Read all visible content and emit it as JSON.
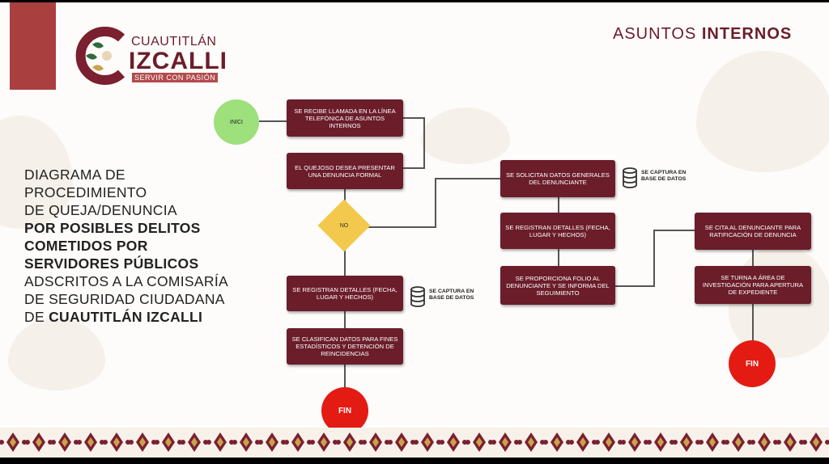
{
  "header": {
    "logo_line1": "CUAUTITLÁN",
    "logo_line2": "IZCALLI",
    "logo_tagline": "SERVIR CON PASIÓN",
    "section_normal": "ASUNTOS ",
    "section_bold": "INTERNOS"
  },
  "title": {
    "l1": "DIAGRAMA DE",
    "l2": "PROCEDIMIENTO",
    "l3": "DE QUEJA/DENUNCIA",
    "l4": "POR POSIBLES DELITOS",
    "l5": "COMETIDOS POR",
    "l6": "SERVIDORES PÚBLICOS",
    "l7": "ADSCRITOS A LA COMISARÍA",
    "l8": "DE SEGURIDAD CIUDADANA",
    "l9a": "DE ",
    "l9b": "CUAUTITLÁN IZCALLI"
  },
  "flow": {
    "start": "INICI",
    "decision": "NO",
    "end": "FIN",
    "capture_line1": "SE CAPTURA EN",
    "capture_line2": "BASE DE DATOS",
    "steps": {
      "s1": "SE RECIBE LLAMADA EN LA LÍNEA TELEFÓNICA DE ASUNTOS INTERNOS",
      "s2": "EL QUEJOSO DESEA PRESENTAR UNA DENUNCIA FORMAL",
      "s3": "SE REGISTRAN DETALLES (FECHA, LUGAR Y HECHOS)",
      "s4": "SE CLASIFICAN DATOS PARA FINES ESTADÍSTICOS Y DETENCIÓN DE REINCIDENCIAS",
      "s5": "SE SOLICITAN DATOS GENERALES DEL DENUNCIANTE",
      "s6": "SE REGISTRAN DETALLES (FECHA, LUGAR Y HECHOS)",
      "s7": "SE PROPORCIONA FOLIO AL DENUNCIANTE Y SE INFORMA DEL SEGUIMIENTO",
      "s8": "SE CITA AL DENUNCIANTE PARA RATIFICACIÓN DE DENUNCIA",
      "s9": "SE TURNA A ÁREA DE INVESTIGACIÓN PARA APERTURA DE EXPEDIENTE"
    }
  },
  "colors": {
    "maroon": "#6b1d2a",
    "start_green": "#9de07c",
    "decision_yellow": "#f2c94c",
    "end_red": "#e41b13"
  }
}
